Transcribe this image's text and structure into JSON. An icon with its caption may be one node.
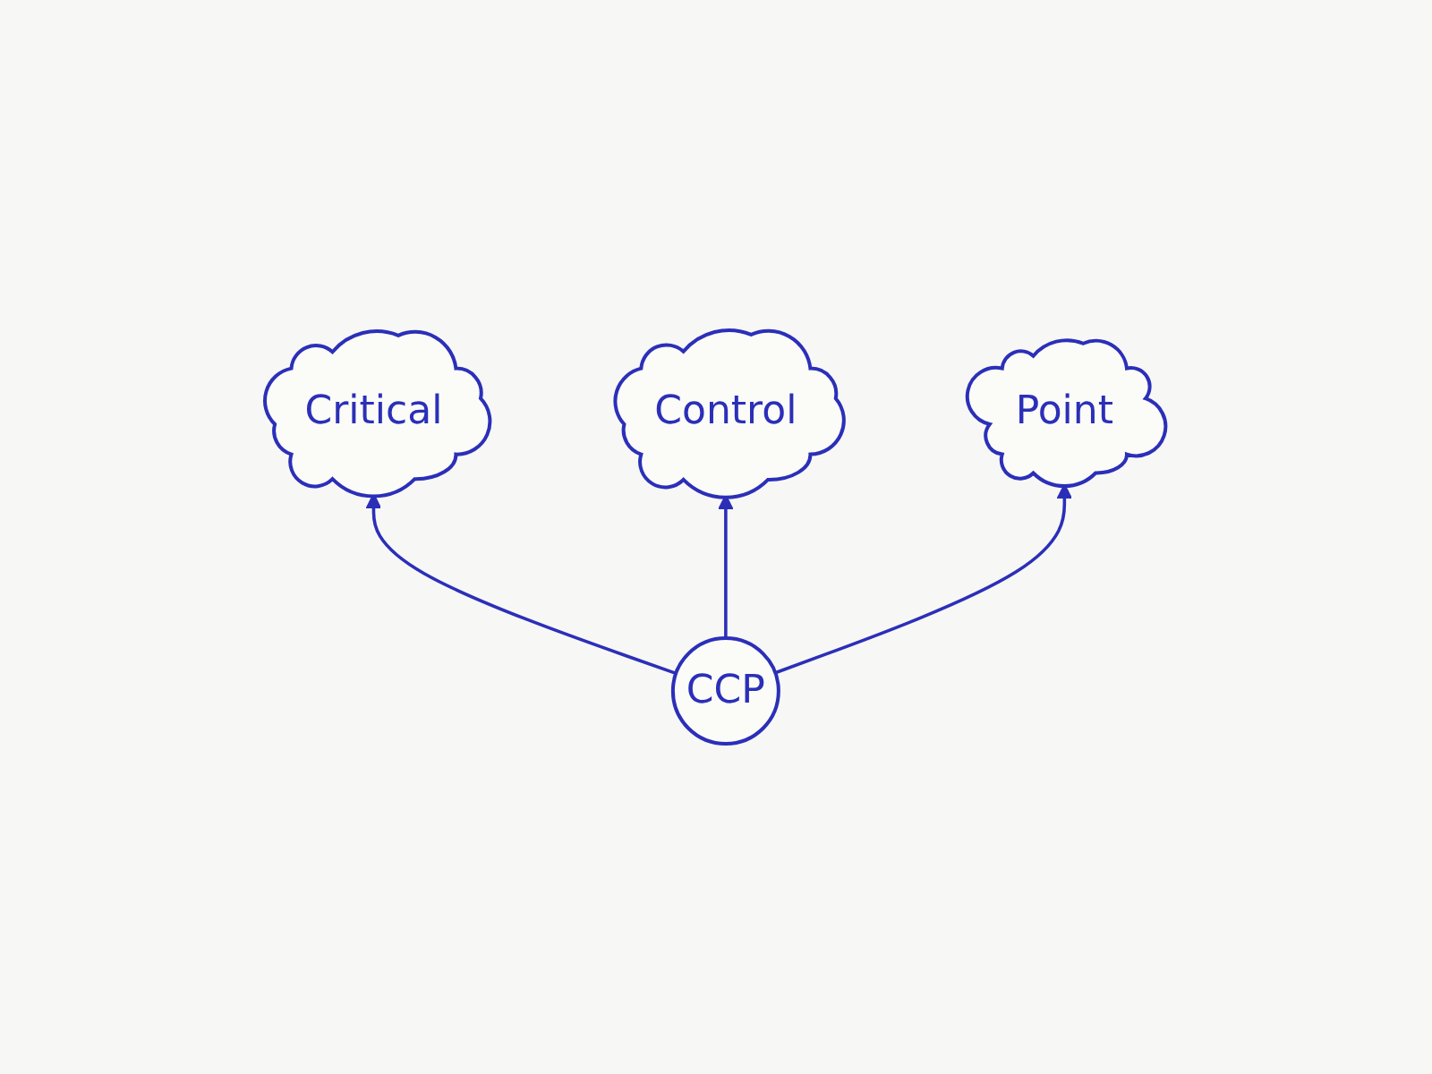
{
  "diagram": {
    "nodes": [
      {
        "text": [
          "Critical"
        ]
      },
      {
        "text": [
          "Control"
        ]
      },
      {
        "text": [
          "Point"
        ]
      },
      {
        "text": [
          "CCP"
        ]
      }
    ],
    "edges": [
      {
        "from": 3,
        "to": 0,
        "arrow": "to"
      },
      {
        "from": 3,
        "to": 1,
        "arrow": "to"
      },
      {
        "from": 3,
        "to": 2,
        "arrow": "to"
      }
    ]
  }
}
